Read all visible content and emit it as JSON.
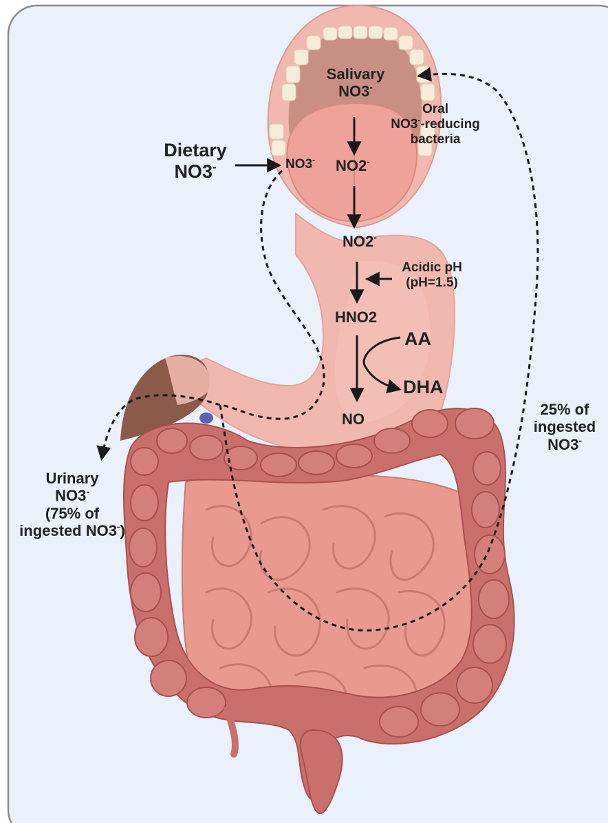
{
  "labels": {
    "salivary": "Salivary",
    "salivary_no3": "NO3",
    "salivary_no3_sup": "-",
    "oral": "Oral",
    "oral_no3": "NO3",
    "oral_no3_sup": "-",
    "reducing": "-reducing",
    "bacteria": "bacteria",
    "dietary": "Dietary",
    "dietary_no3": "NO3",
    "dietary_no3_sup": "-",
    "mouth_no3": "NO3",
    "mouth_no3_sup": "-",
    "mouth_no2": "NO2",
    "mouth_no2_sup": "-",
    "stomach_no2": "NO2",
    "stomach_no2_sup": "-",
    "acidic": "Acidic pH",
    "ph": "(pH=1.5)",
    "hno2": "HNO2",
    "aa": "AA",
    "dha": "DHA",
    "no": "NO",
    "pct25_line1": "25% of",
    "pct25_line2": "ingested",
    "pct25_no3": "NO3",
    "pct25_no3_sup": "-",
    "urinary": "Urinary",
    "urinary_no3": "NO3",
    "urinary_no3_sup": "-",
    "pct75_line1": "(75% of",
    "pct75_line2": "ingested NO3",
    "pct75_sup": "-",
    "pct75_close": ")"
  },
  "sub_digits": {
    "three": "3",
    "two": "2"
  },
  "colors": {
    "panel_bg": "#eaf1fb",
    "panel_border": "#8a8a8a",
    "tissue": "#f0b8ae",
    "mouth_cavity": "#c98f84",
    "teeth": "#f6ecd9",
    "tongue": "#eea29a",
    "colon": "#c9706d",
    "colon_dark": "#a9504f",
    "small_intestine": "#e89a8e",
    "liver": "#8b5a4a",
    "arrow": "#1a1a1a",
    "text": "#222222"
  }
}
